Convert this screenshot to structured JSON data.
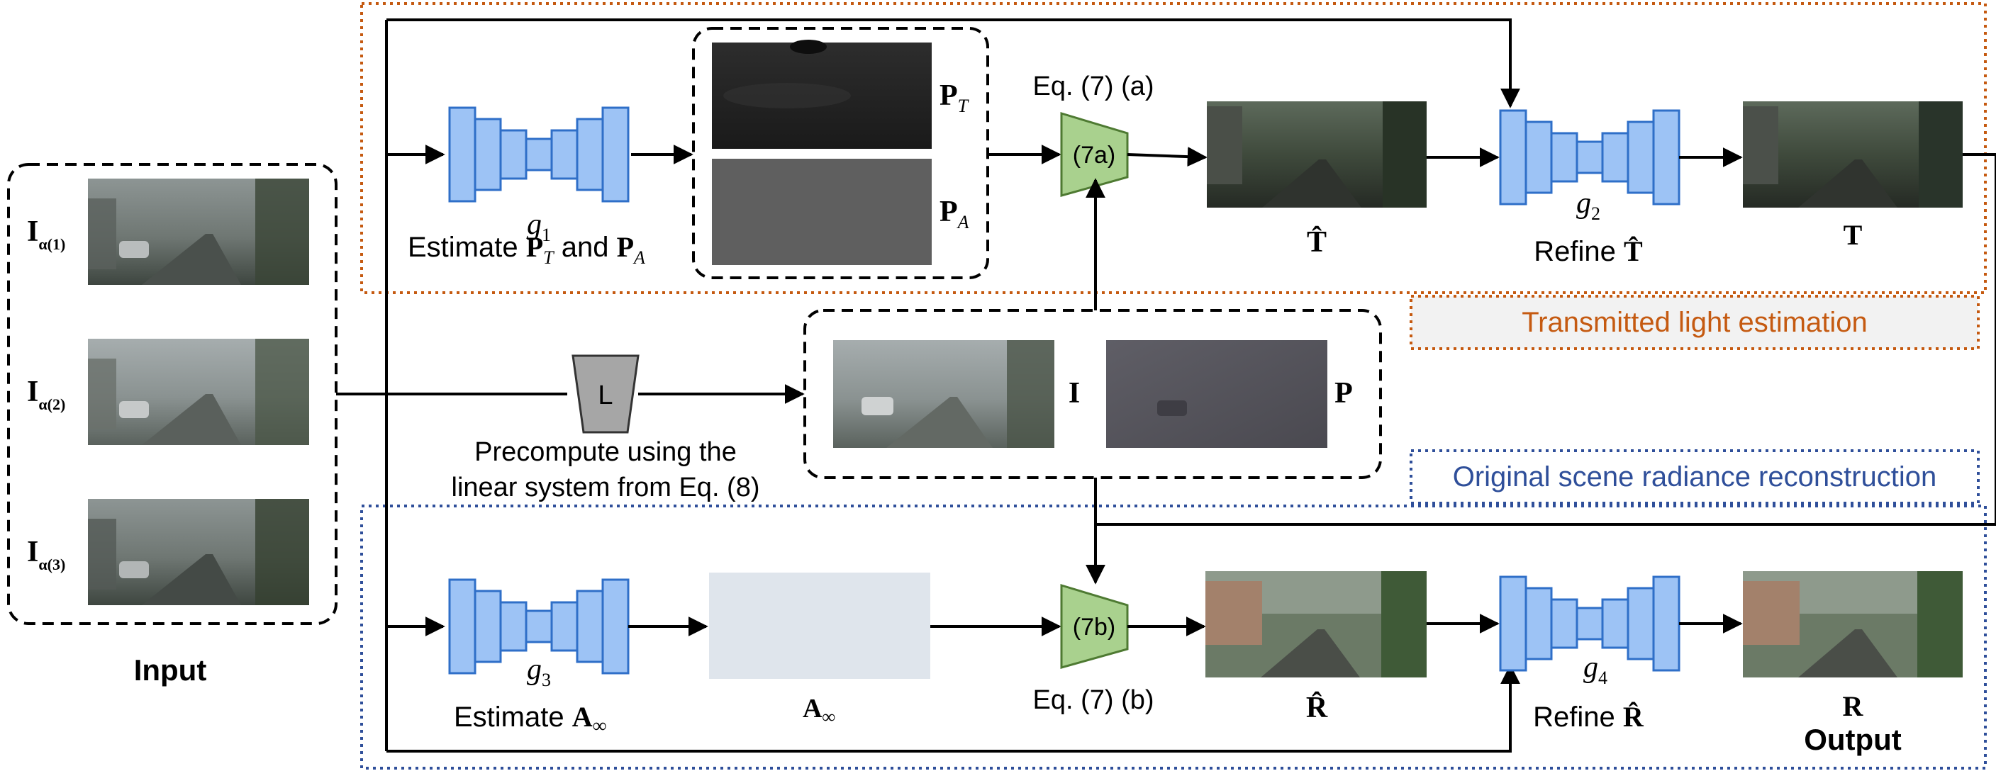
{
  "input": {
    "label": "Input",
    "images": [
      {
        "symbol": "I",
        "superscript": "α(1)"
      },
      {
        "symbol": "I",
        "superscript": "α(2)"
      },
      {
        "symbol": "I",
        "superscript": "α(3)"
      }
    ]
  },
  "top_branch": {
    "network_g1": {
      "name": "g",
      "subscript": "1"
    },
    "caption_g1": {
      "prefix": "Estimate ",
      "pt": "P",
      "pt_sub": "T",
      "and": " and ",
      "pa": "P",
      "pa_sub": "A"
    },
    "pt_label": {
      "symbol": "P",
      "sub": "T"
    },
    "pa_label": {
      "symbol": "P",
      "sub": "A"
    },
    "eq_label": "Eq. (7) (a)",
    "eq_block": "(7a)",
    "t_hat_label": "T̂",
    "network_g2": {
      "name": "g",
      "subscript": "2"
    },
    "refine_caption": {
      "prefix": "Refine ",
      "symbol": "T̂"
    },
    "t_label": "T",
    "region_label": "Transmitted light estimation"
  },
  "middle_branch": {
    "linear_block": "L",
    "caption_line1": "Precompute using the",
    "caption_line2": "linear system from Eq. (8)",
    "i_label": "I",
    "p_label": "P"
  },
  "bottom_branch": {
    "network_g3": {
      "name": "g",
      "subscript": "3"
    },
    "caption_g3": {
      "prefix": "Estimate ",
      "symbol": "A",
      "sub": "∞"
    },
    "a_label": {
      "symbol": "A",
      "sub": "∞"
    },
    "eq_label": "Eq. (7) (b)",
    "eq_block": "(7b)",
    "r_hat_label": "R̂",
    "network_g4": {
      "name": "g",
      "subscript": "4"
    },
    "refine_caption": {
      "prefix": "Refine ",
      "symbol": "R̂"
    },
    "r_label": "R",
    "output_label": "Output",
    "region_label": "Original scene radiance reconstruction"
  },
  "colors": {
    "network_fill": "#9dc3f5",
    "network_stroke": "#2f6fc8",
    "eq_fill": "#a9d18e",
    "eq_stroke": "#4e7a32",
    "l_fill": "#a6a6a6",
    "top_region": "#c55a11",
    "bottom_region": "#2f4f9a",
    "region_label_bg": "#f2f2f2"
  }
}
